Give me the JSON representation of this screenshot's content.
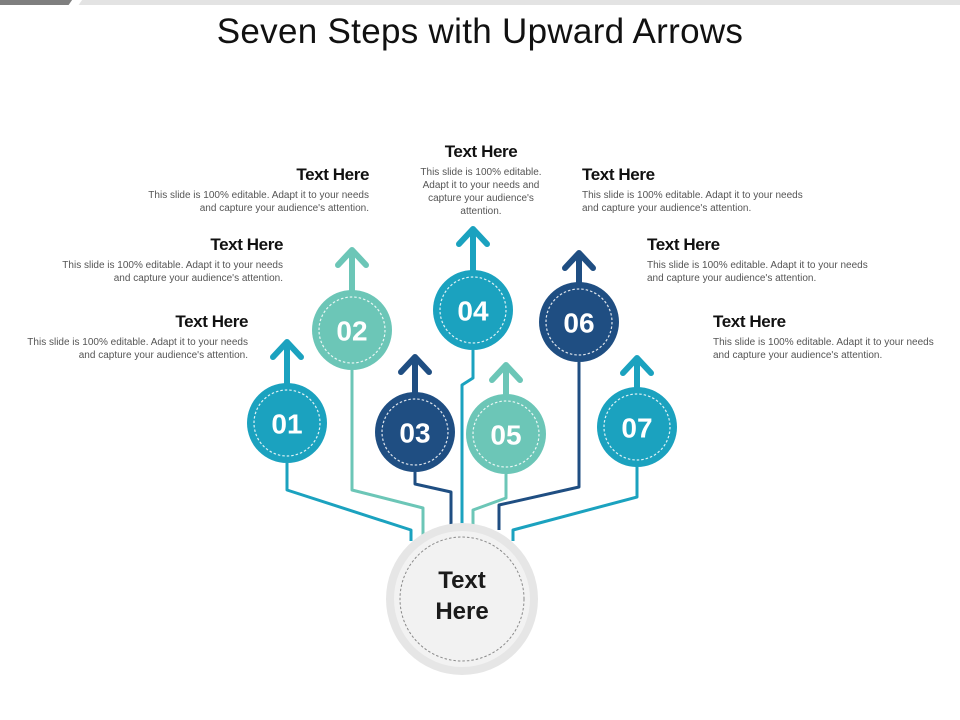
{
  "title": "Seven Steps with Upward Arrows",
  "colors": {
    "teal": "#1ba2bf",
    "mint": "#6cc6b7",
    "navy": "#1f4e82",
    "hub_fill": "#f2f2f2",
    "hub_ring": "#e6e6e6"
  },
  "hub": {
    "label": "Text\nHere"
  },
  "steps": [
    {
      "number": "01",
      "color": "teal"
    },
    {
      "number": "02",
      "color": "mint"
    },
    {
      "number": "03",
      "color": "navy"
    },
    {
      "number": "04",
      "color": "teal"
    },
    {
      "number": "05",
      "color": "mint"
    },
    {
      "number": "06",
      "color": "navy"
    },
    {
      "number": "07",
      "color": "teal"
    }
  ],
  "callouts": [
    {
      "heading": "Text Here",
      "body": "This slide is 100% editable. Adapt it to your needs and capture your audience's attention."
    },
    {
      "heading": "Text Here",
      "body": "This slide is 100% editable. Adapt it to your needs and capture your audience's attention."
    },
    {
      "heading": "Text Here",
      "body": "This slide is 100% editable. Adapt it to your needs and capture your audience's attention."
    },
    {
      "heading": "Text Here",
      "body": "This slide is 100% editable. Adapt it to your needs and capture your audience's attention."
    },
    {
      "heading": "Text Here",
      "body": "This slide is 100% editable. Adapt it to your needs and capture your audience's attention."
    },
    {
      "heading": "Text Here",
      "body": "This slide is 100% editable. Adapt it to your needs and capture your audience's attention."
    },
    {
      "heading": "Text Here",
      "body": "This slide is 100% editable. Adapt it to your needs and capture your audience's attention."
    }
  ]
}
